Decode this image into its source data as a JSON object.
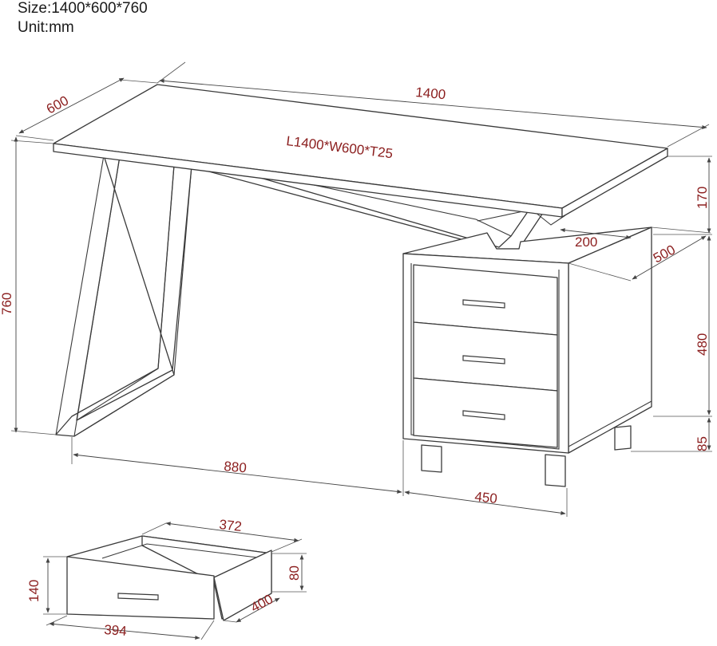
{
  "spec": {
    "size": "Size:1400*600*760",
    "unit": "Unit:mm"
  },
  "top_label": "L1400*W600*T25",
  "dimensions": {
    "top_length": "1400",
    "top_width": "600",
    "total_height": "760",
    "top_to_cabinet": "170",
    "offset": "200",
    "cabinet_depth": "500",
    "cabinet_height": "480",
    "leg_height": "85",
    "leg_span": "880",
    "cabinet_width": "450",
    "drawer_inner_width": "372",
    "drawer_front_height": "140",
    "drawer_side_height": "80",
    "drawer_depth": "400",
    "drawer_front_width": "394"
  },
  "colors": {
    "line": "#3a3a3a",
    "dimension_text": "#8b1e1e",
    "spec_text": "#1a1a1a"
  }
}
